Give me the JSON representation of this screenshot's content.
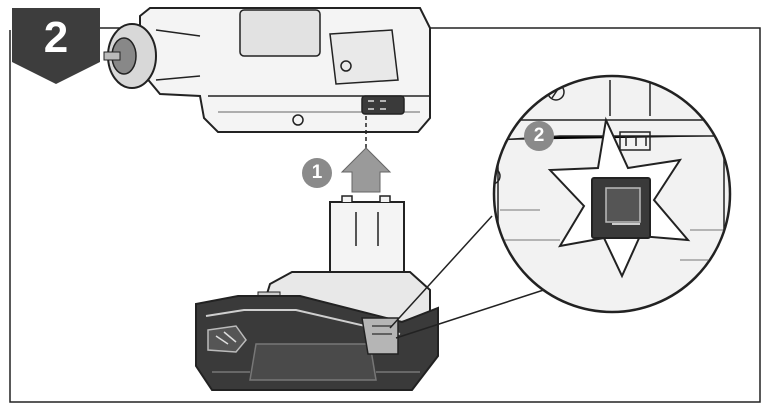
{
  "step": {
    "number": "2"
  },
  "callouts": [
    {
      "number": "1",
      "meaning": "lift"
    },
    {
      "number": "2",
      "meaning": "latch"
    }
  ],
  "icons": [
    "arrow-up-icon",
    "release-latch-icon",
    "tool-body-icon",
    "battery-pack-icon",
    "magnifier-detail-icon"
  ],
  "colors": {
    "line": "#222222",
    "badge": "#3d3d3d",
    "callout": "#8a8a8a",
    "fill_light": "#ededed",
    "fill_mid": "#cfcfcf",
    "fill_dark": "#3a3a3a"
  }
}
